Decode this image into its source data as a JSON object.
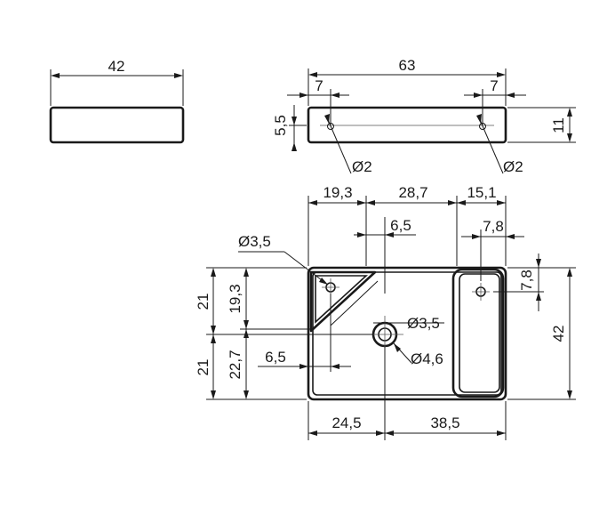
{
  "side_view": {
    "width_label": "42"
  },
  "front_view": {
    "length_label": "63",
    "left_hole_offset": "7",
    "right_hole_offset": "7",
    "hole_height": "5,5",
    "height_label": "11",
    "left_hole_dia": "Ø2",
    "right_hole_dia": "Ø2"
  },
  "top_view": {
    "seg_left": "19,3",
    "seg_mid": "28,7",
    "seg_right": "15,1",
    "offset_top": "6,5",
    "right_pocket_x": "7,8",
    "right_pocket_y": "7,8",
    "left_hole_dia": "Ø3,5",
    "drain_inner_dia": "Ø3,5",
    "drain_outer_dia": "Ø4,6",
    "left_upper_21": "21",
    "left_lower_21": "21",
    "left_19_3": "19,3",
    "left_22_7": "22,7",
    "offset_bottom": "6,5",
    "bottom_left": "24,5",
    "bottom_right": "38,5",
    "height_right": "42"
  }
}
